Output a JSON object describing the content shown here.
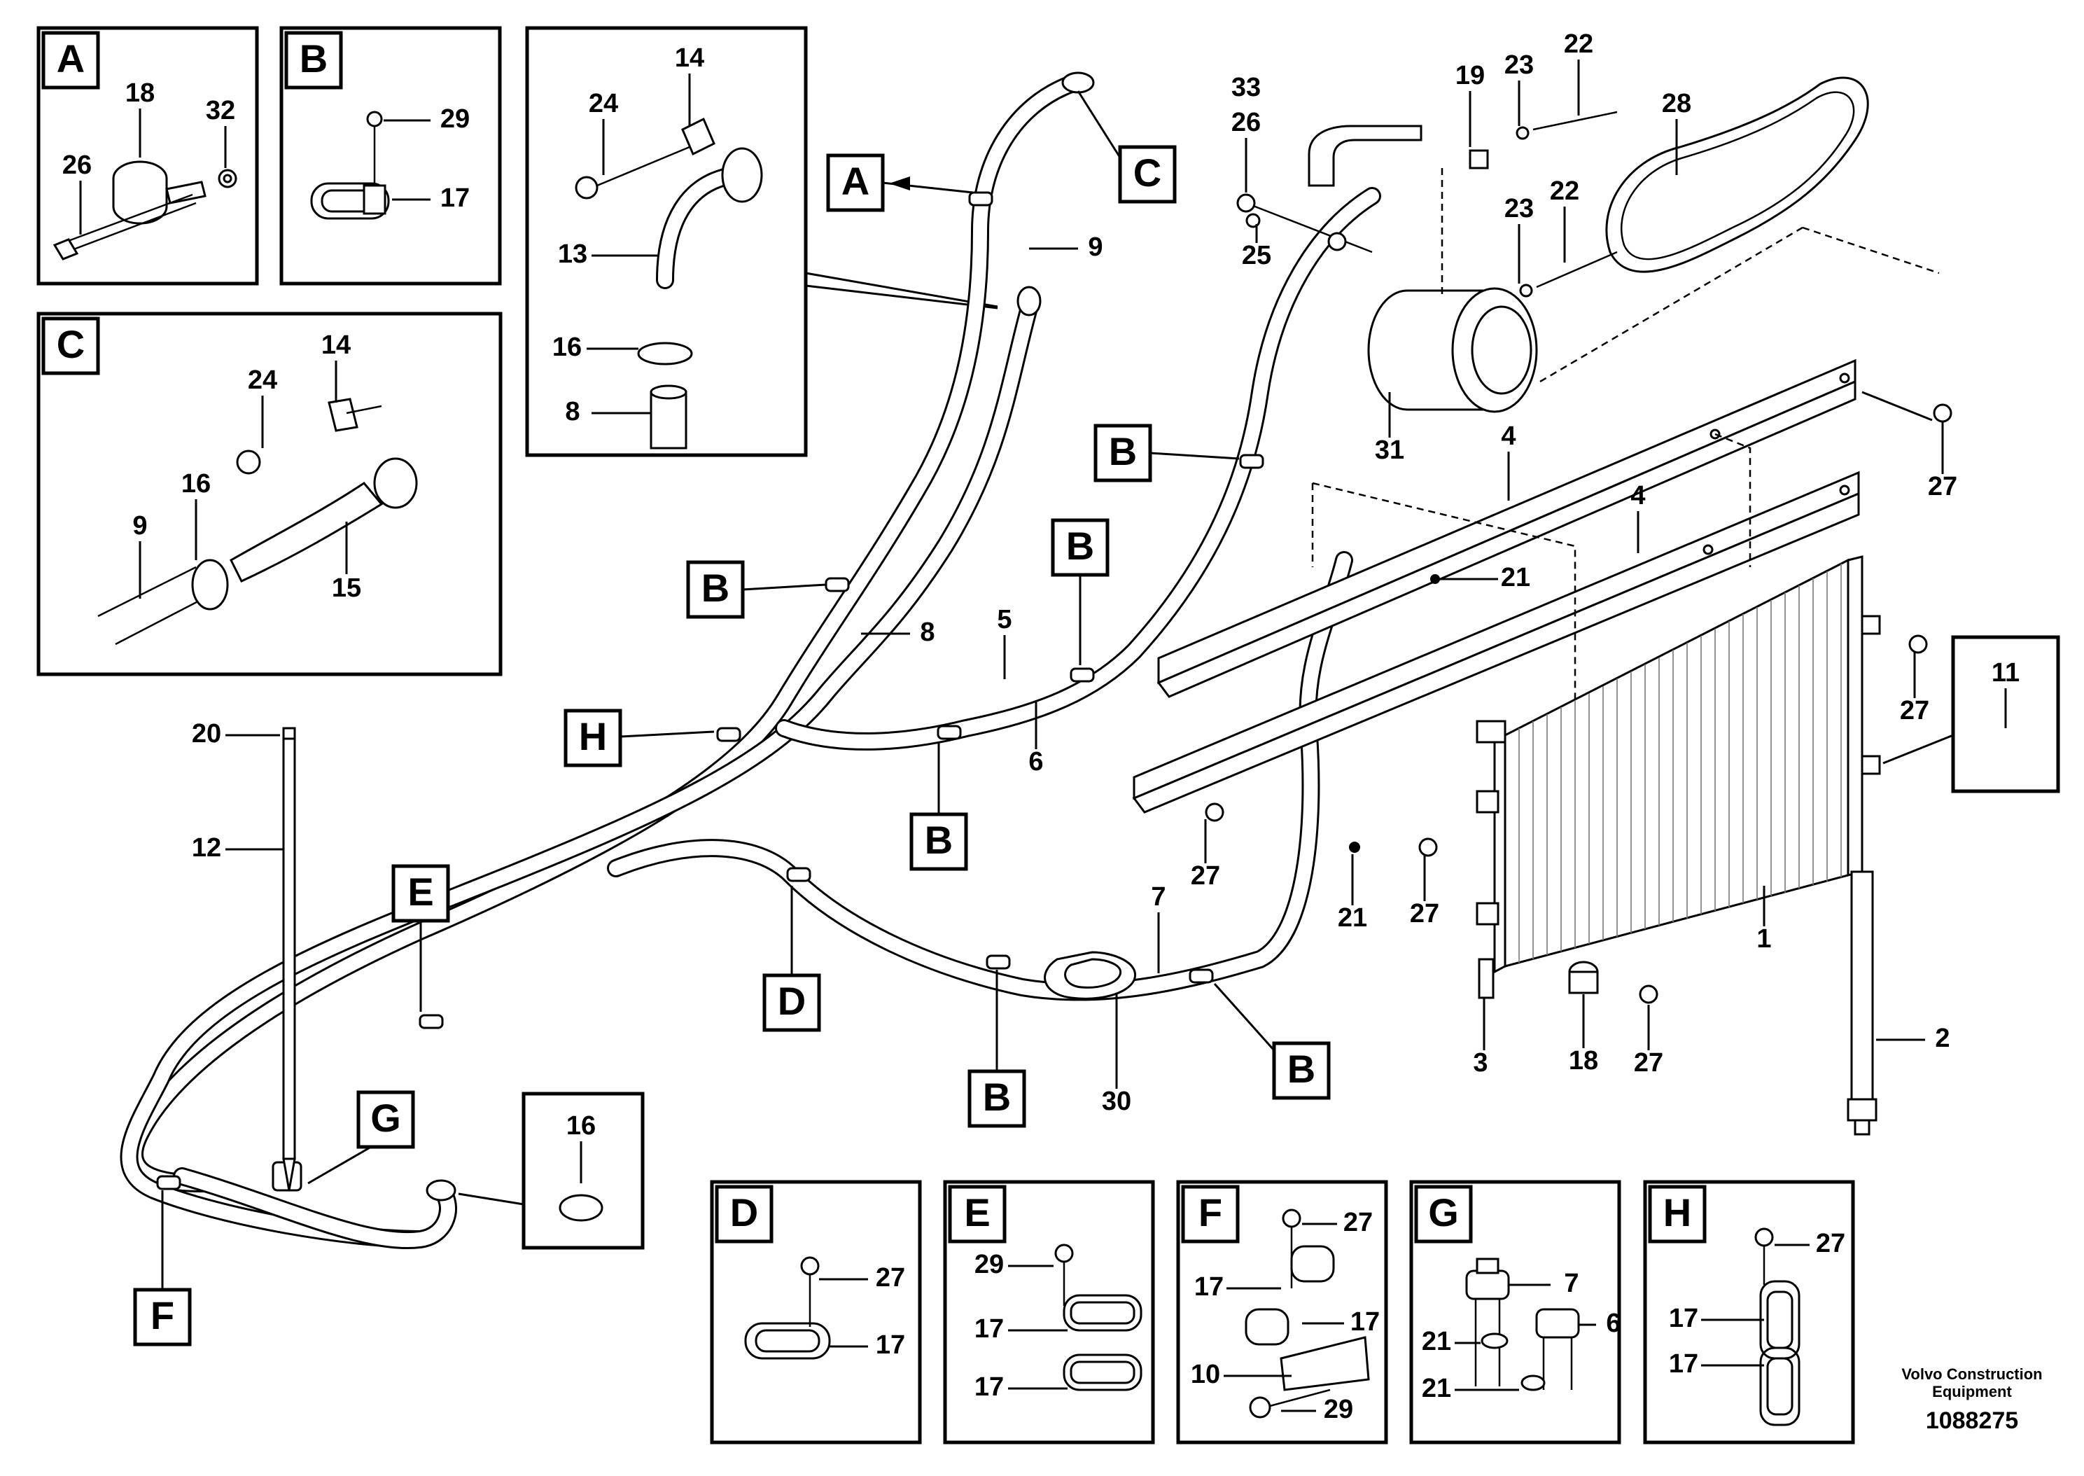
{
  "detail_tags": [
    "A",
    "B",
    "C",
    "D",
    "E",
    "F",
    "G",
    "H"
  ],
  "part_numbers": [
    "1",
    "2",
    "3",
    "4",
    "5",
    "6",
    "7",
    "8",
    "9",
    "10",
    "11",
    "12",
    "13",
    "14",
    "15",
    "16",
    "17",
    "18",
    "19",
    "20",
    "21",
    "22",
    "23",
    "24",
    "25",
    "26",
    "27",
    "28",
    "29",
    "30",
    "31",
    "32",
    "33"
  ],
  "footer": {
    "company_line1": "Volvo Construction",
    "company_line2": "Equipment",
    "doc_number": "1088275"
  }
}
